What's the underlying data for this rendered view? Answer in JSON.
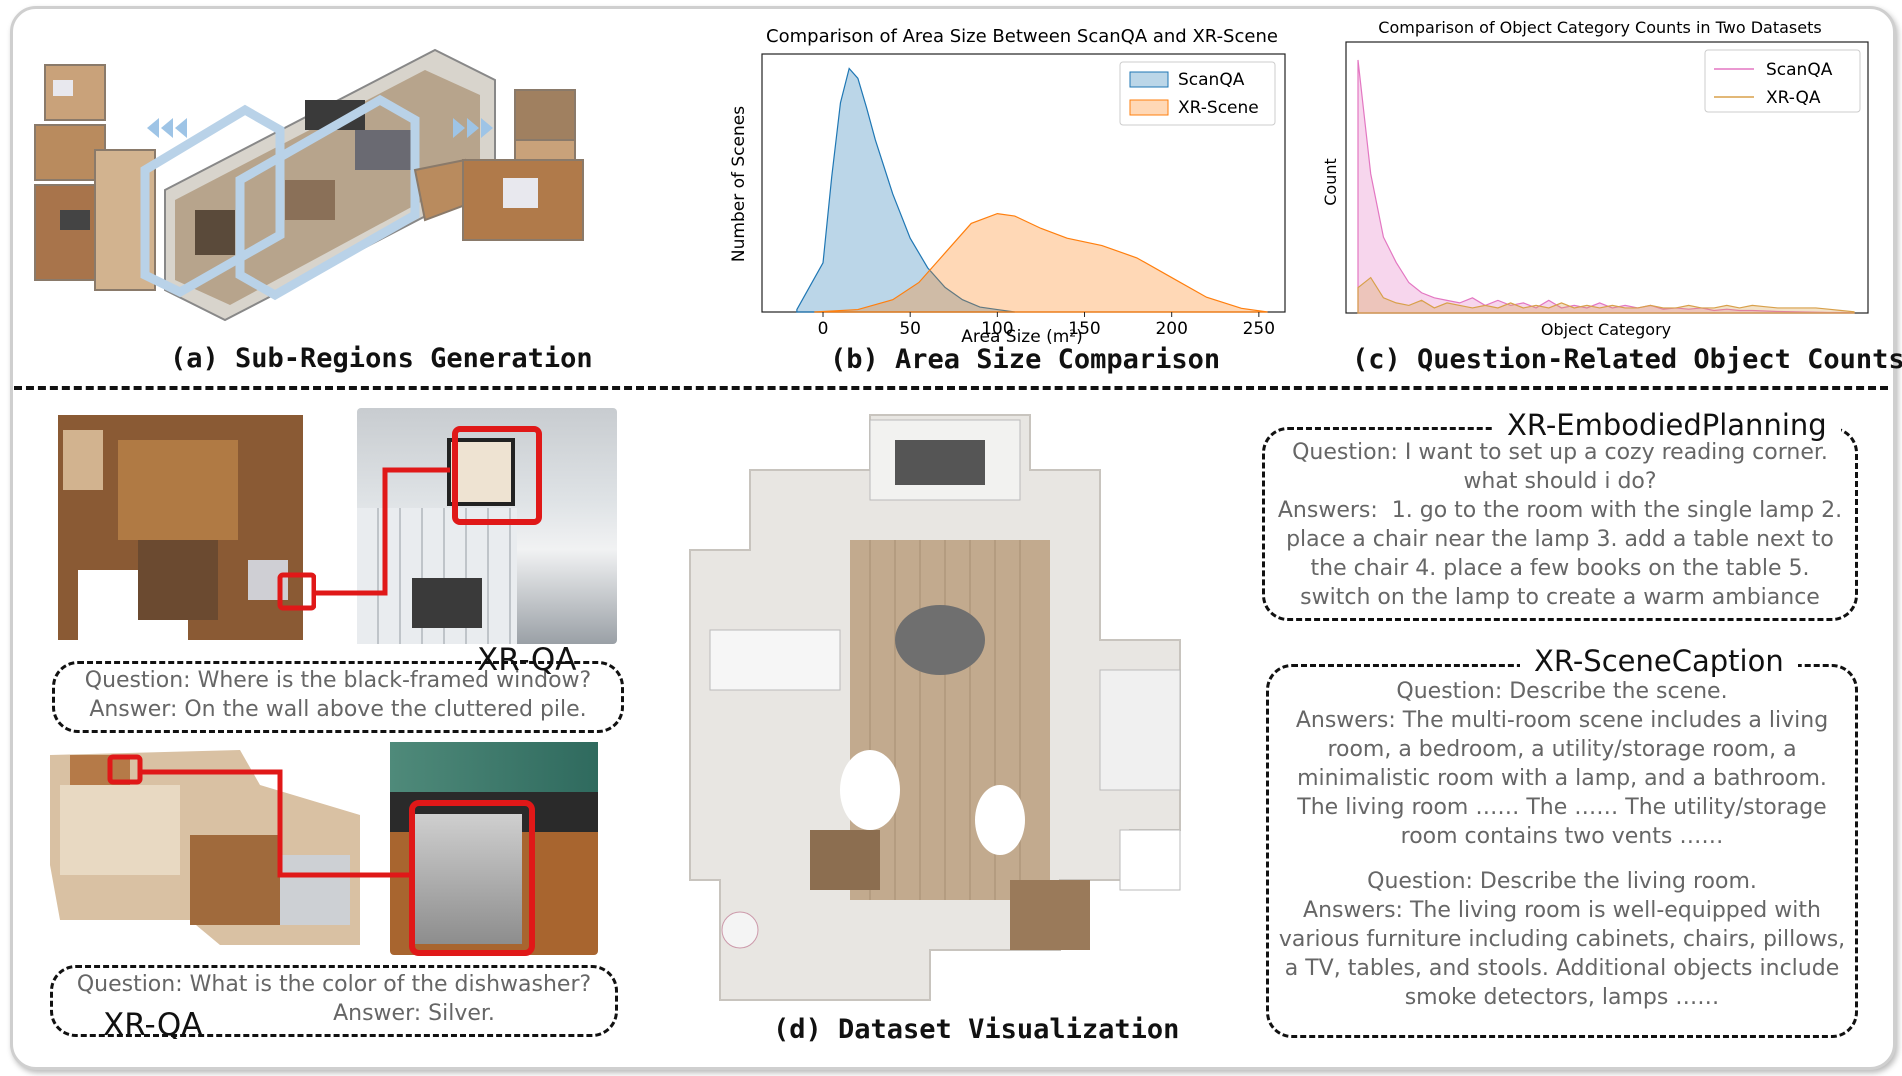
{
  "panels": {
    "a": {
      "caption": "(a) Sub-Regions Generation"
    },
    "b": {
      "caption": "(b) Area Size Comparison"
    },
    "c": {
      "caption": "(c) Question-Related Object Counts"
    },
    "d": {
      "caption": "(d) Dataset Visualization"
    }
  },
  "chart_data": [
    {
      "type": "area",
      "title": "Comparison of Area Size Between ScanQA and XR-Scene",
      "xlabel": "Area Size (m²)",
      "ylabel": "Number of Scenes",
      "xlim": [
        -35,
        265
      ],
      "x_ticks": [
        "0",
        "50",
        "100",
        "150",
        "200",
        "250"
      ],
      "legend_position": "top-right",
      "series": [
        {
          "name": "ScanQA",
          "color": "#1f77b4",
          "x": [
            -15,
            0,
            5,
            10,
            15,
            20,
            25,
            30,
            40,
            50,
            60,
            70,
            80,
            90,
            100,
            110
          ],
          "y": [
            0.01,
            0.2,
            0.55,
            0.85,
            0.99,
            0.95,
            0.83,
            0.7,
            0.48,
            0.3,
            0.18,
            0.1,
            0.05,
            0.02,
            0.01,
            0
          ]
        },
        {
          "name": "XR-Scene",
          "color": "#ff7f0e",
          "x": [
            -5,
            20,
            40,
            55,
            70,
            85,
            100,
            110,
            125,
            140,
            160,
            180,
            200,
            220,
            240,
            255
          ],
          "y": [
            0,
            0.01,
            0.05,
            0.12,
            0.24,
            0.36,
            0.4,
            0.39,
            0.34,
            0.3,
            0.27,
            0.22,
            0.14,
            0.06,
            0.015,
            0
          ]
        }
      ]
    },
    {
      "type": "area",
      "title": "Comparison of Object Category Counts in Two Datasets",
      "xlabel": "Object Category",
      "ylabel": "Count",
      "legend_position": "top-right",
      "series": [
        {
          "name": "ScanQA",
          "color": "#e377c2",
          "y": [
            1.0,
            0.55,
            0.3,
            0.2,
            0.12,
            0.08,
            0.06,
            0.05,
            0.04,
            0.06,
            0.03,
            0.05,
            0.03,
            0.04,
            0.02,
            0.05,
            0.02,
            0.03,
            0.02,
            0.04,
            0.02,
            0.03,
            0.02,
            0.03,
            0.015,
            0.02,
            0.015,
            0.02,
            0.01,
            0.015,
            0.01,
            0.01,
            0.008,
            0.006,
            0.005,
            0.004,
            0.003,
            0.002,
            0.002,
            0.001
          ]
        },
        {
          "name": "XR-QA",
          "color": "#d8a04a",
          "y": [
            0.1,
            0.14,
            0.06,
            0.04,
            0.03,
            0.05,
            0.02,
            0.04,
            0.03,
            0.02,
            0.03,
            0.02,
            0.04,
            0.02,
            0.03,
            0.02,
            0.04,
            0.02,
            0.03,
            0.02,
            0.03,
            0.02,
            0.02,
            0.03,
            0.02,
            0.02,
            0.03,
            0.02,
            0.02,
            0.03,
            0.02,
            0.03,
            0.025,
            0.02,
            0.02,
            0.02,
            0.02,
            0.015,
            0.01,
            0.005
          ]
        }
      ]
    }
  ],
  "xrqa_top": {
    "label": "XR-QA",
    "question": "Question: Where is the black-framed window?",
    "answer": "Answer: On the wall above the cluttered pile."
  },
  "xrqa_bottom": {
    "label": "XR-QA",
    "question": "Question: What is the color of the dishwasher?",
    "answer": "Answer: Silver."
  },
  "embodied": {
    "title": "XR-EmbodiedPlanning",
    "question": "Question: I want to set up a cozy reading corner. what should i do?",
    "answer": "Answers:  1. go to the room with the single lamp 2. place a chair near the lamp 3. add a table next to the chair 4. place a few books on the table 5. switch on the lamp to create a warm ambiance"
  },
  "scenecaption": {
    "title": "XR-SceneCaption",
    "q1": "Question: Describe the scene.",
    "a1": "Answers: The multi-room scene includes a living room, a bedroom, a utility/storage room, a minimalistic room with a lamp, and a bathroom. The living room …… The …… The utility/storage room contains two vents ……",
    "q2": "Question: Describe the living room.",
    "a2": "Answers: The living room is well-equipped with various furniture including cabinets, chairs, pillows, a TV, tables, and stools. Additional objects include smoke detectors, lamps ……"
  },
  "colors": {
    "highlight": "#e01818",
    "region_box": "#b9d2e8",
    "arrow": "#9ec4e6"
  }
}
